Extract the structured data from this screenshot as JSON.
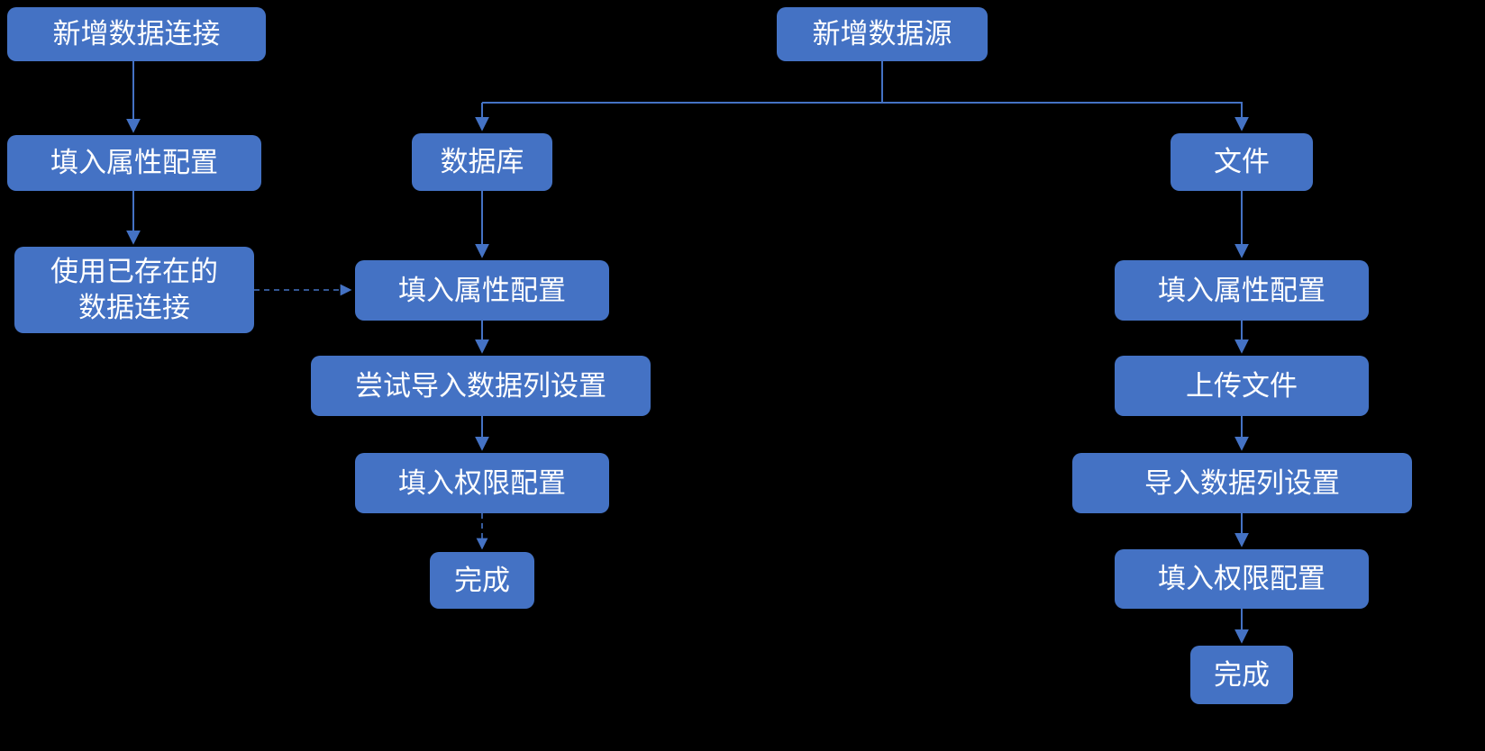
{
  "colors": {
    "background": "#000000",
    "node_fill": "#4472C4",
    "node_text": "#FFFFFF",
    "connector": "#4472C4"
  },
  "diagram": {
    "left_flow": [
      {
        "label": "新增数据连接"
      },
      {
        "label": "填入属性配置"
      },
      {
        "label": "使用已存在的\n数据连接"
      }
    ],
    "root": {
      "label": "新增数据源"
    },
    "database_flow": [
      {
        "label": "数据库"
      },
      {
        "label": "填入属性配置"
      },
      {
        "label": "尝试导入数据列设置"
      },
      {
        "label": "填入权限配置"
      },
      {
        "label": "完成"
      }
    ],
    "file_flow": [
      {
        "label": "文件"
      },
      {
        "label": "填入属性配置"
      },
      {
        "label": "上传文件"
      },
      {
        "label": "导入数据列设置"
      },
      {
        "label": "填入权限配置"
      },
      {
        "label": "完成"
      }
    ]
  }
}
